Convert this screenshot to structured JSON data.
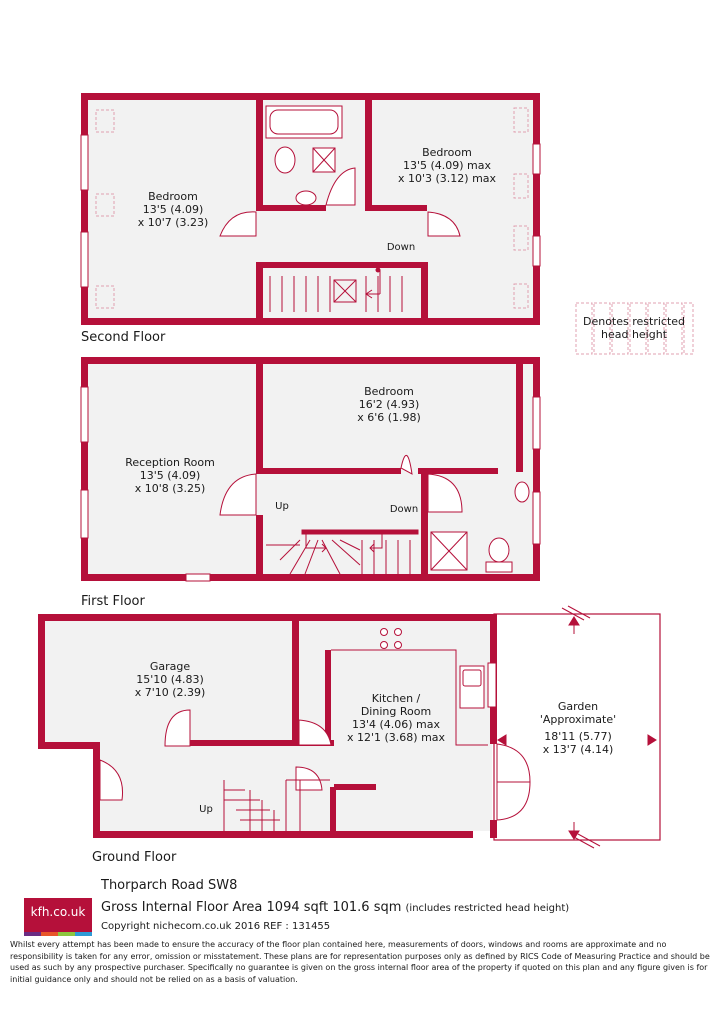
{
  "colors": {
    "wall": "#b5103a",
    "floor": "#f2f2f2",
    "text": "#1a1a1a",
    "restricted": "#e0a0b0"
  },
  "floors": {
    "second": "Second Floor",
    "first": "First Floor",
    "ground": "Ground Floor"
  },
  "rooms": {
    "second_bed_left": {
      "name": "Bedroom",
      "dim1": "13'5 (4.09)",
      "dim2": "x 10'7 (3.23)"
    },
    "second_bed_right": {
      "name": "Bedroom",
      "dim1": "13'5 (4.09) max",
      "dim2": "x 10'3 (3.12) max"
    },
    "first_reception": {
      "name": "Reception Room",
      "dim1": "13'5 (4.09)",
      "dim2": "x 10'8 (3.25)"
    },
    "first_bed": {
      "name": "Bedroom",
      "dim1": "16'2 (4.93)",
      "dim2": "x 6'6 (1.98)"
    },
    "garage": {
      "name": "Garage",
      "dim1": "15'10 (4.83)",
      "dim2": "x 7'10 (2.39)"
    },
    "kitchen": {
      "name": "Kitchen /",
      "name2": "Dining Room",
      "dim1": "13'4 (4.06) max",
      "dim2": "x 12'1 (3.68) max"
    },
    "garden": {
      "name": "Garden",
      "name2": "'Approximate'",
      "dim1": "18'11 (5.77)",
      "dim2": "x 13'7 (4.14)"
    }
  },
  "stairs": {
    "second_down": "Down",
    "first_up": "Up",
    "first_down": "Down",
    "ground_up": "Up"
  },
  "legend": {
    "line1": "Denotes restricted",
    "line2": "head height"
  },
  "footer": {
    "logo": "kfh.co.uk",
    "address": "Thorparch Road  SW8",
    "gia": "Gross Internal Floor Area 1094 sqft 101.6 sqm",
    "gia_note": "(includes restricted head height)",
    "copyright": "Copyright nichecom.co.uk 2016 REF : 131455",
    "disclaimer": "Whilst every attempt has been made to ensure the accuracy of the floor plan contained here, measurements of doors, windows and rooms are approximate and no responsibility is taken for any error, omission or misstatement.  These plans are for representation purposes only as defined by RICS Code of Measuring Practice and should be used as such by any prospective purchaser.  Specifically no guarantee is given on the gross internal floor area of the property if quoted on this plan and any figure given is for initial guidance only and should not be relied on as a basis of valuation."
  }
}
